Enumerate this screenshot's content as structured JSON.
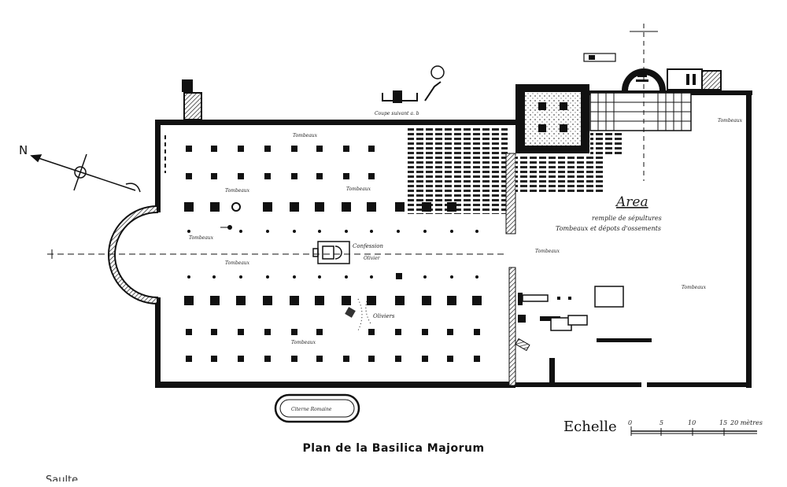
{
  "title": "Plan de la Basilica Majorum",
  "north_label": "N",
  "scale": {
    "label": "Echelle",
    "ticks": [
      "0",
      "5",
      "10",
      "15",
      "20 mètres"
    ]
  },
  "area": {
    "heading": "Area",
    "line1": "remplie de sépultures",
    "line2": "Tombeaux et dépots d'ossements"
  },
  "labels": {
    "confession": "Confession",
    "coupe": "Coupe suivant a. b",
    "citerne": "Citerne Romaine",
    "tombeaux": "Tombeaux",
    "olivier": "Olivier",
    "oliviers": "Oliviers",
    "stray_text": "Saulte"
  }
}
